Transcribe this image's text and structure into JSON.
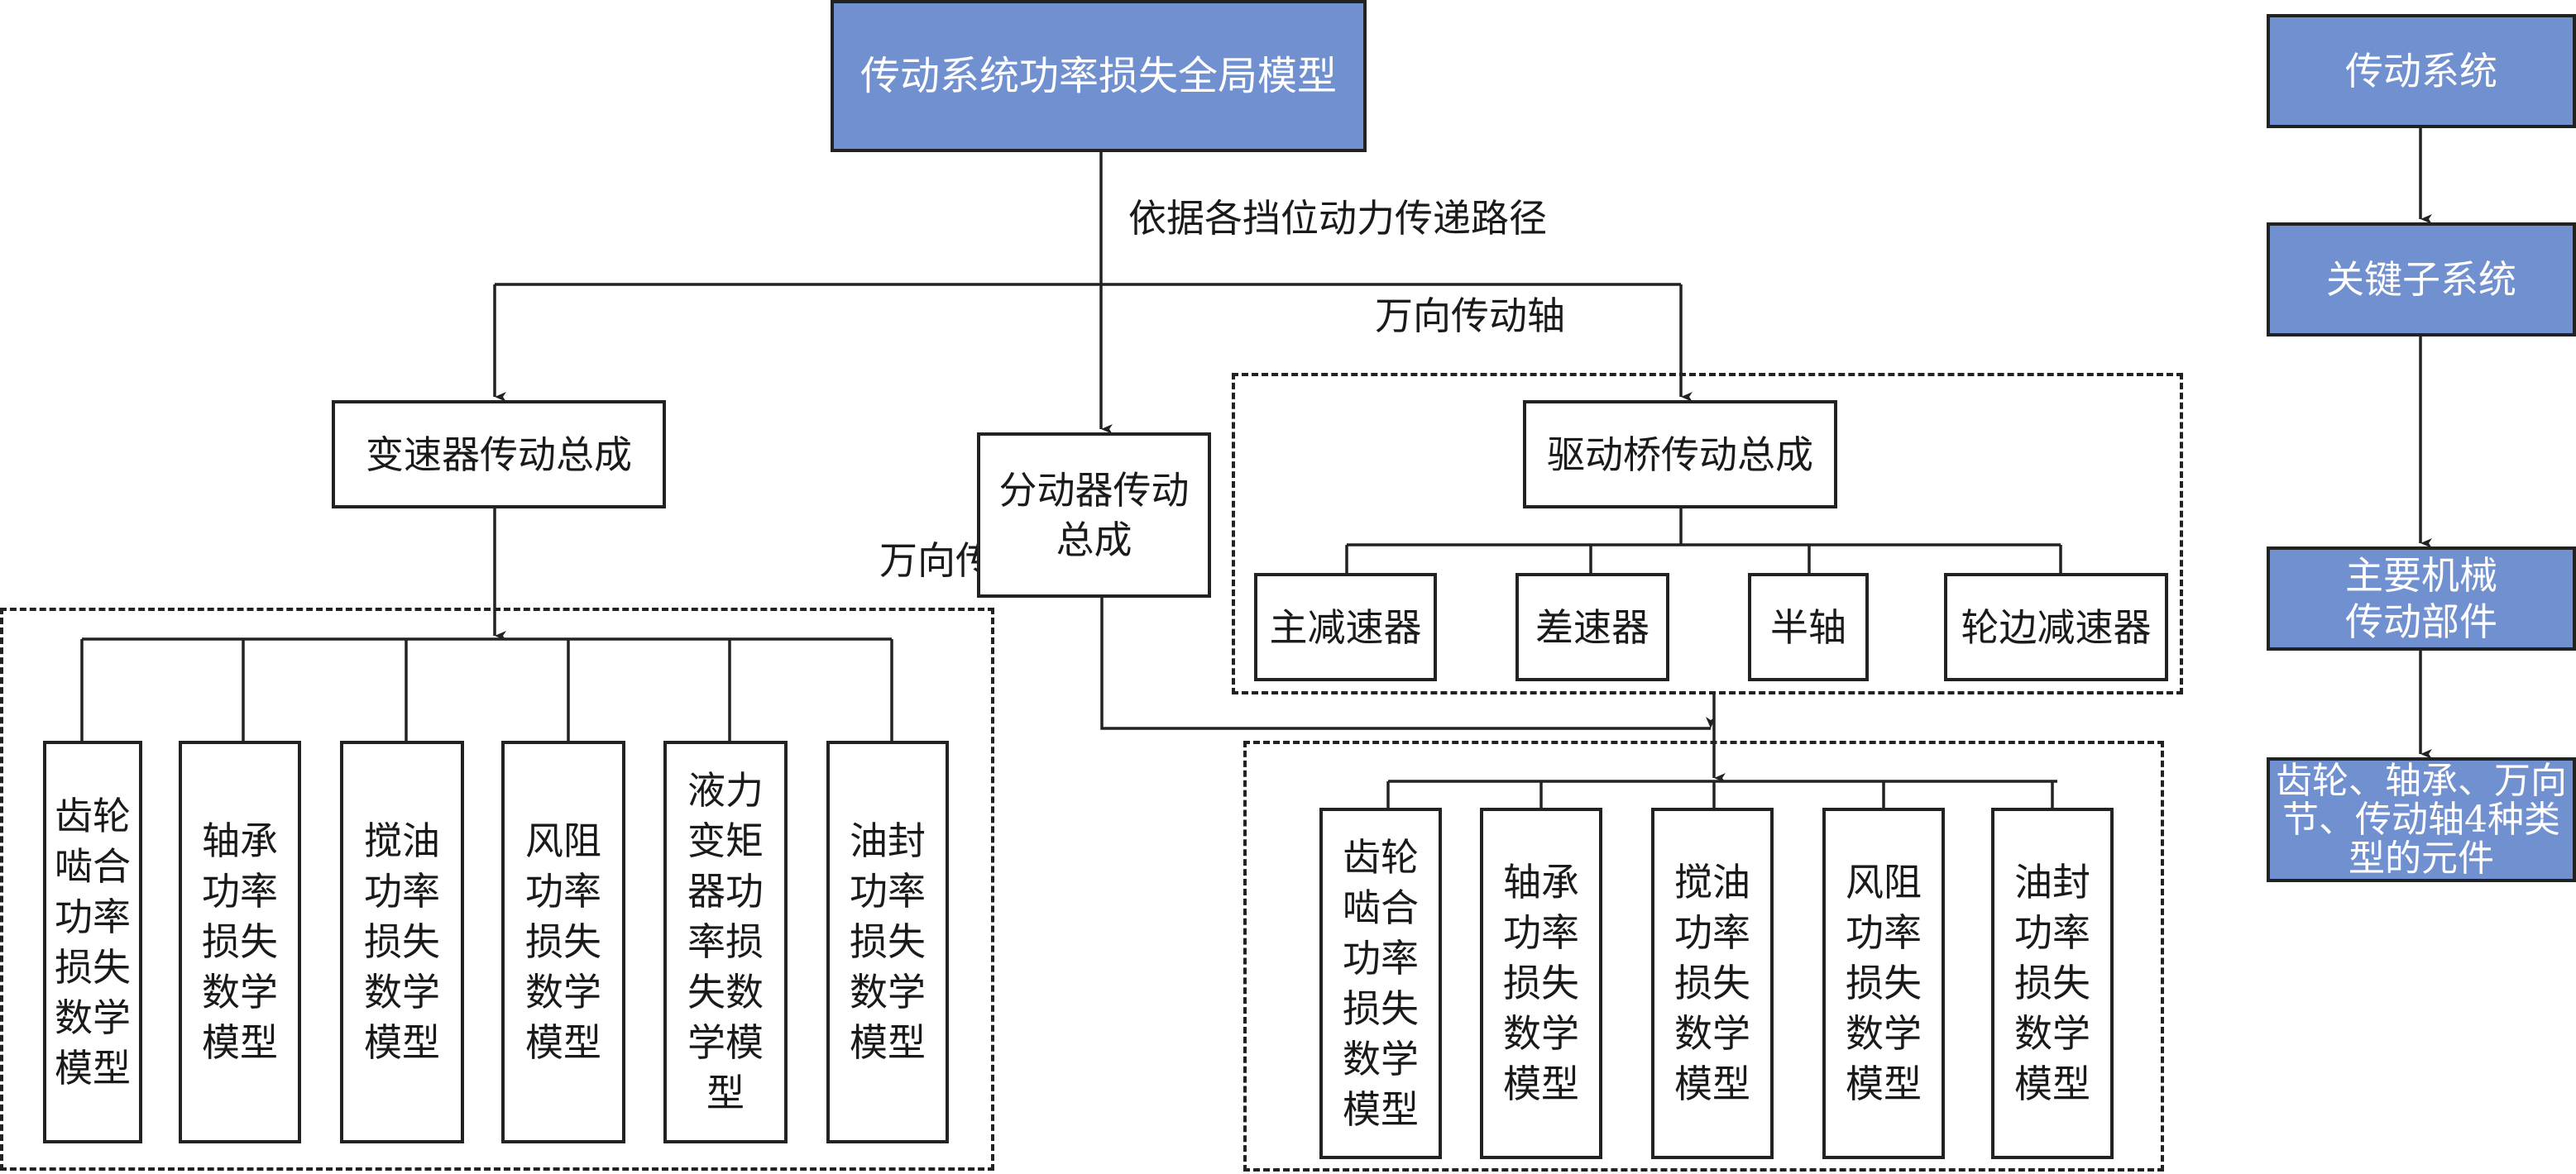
{
  "main": {
    "root": "传动系统功率损失全局模型",
    "root_edge_label": "依据各挡位动力传递路径",
    "assemblies": {
      "transmission": "变速器传动总成",
      "transfer_case": "分动器传动总成",
      "drive_axle": "驱动桥传动总成"
    },
    "edge_labels": {
      "to_drive_axle": "万向传动轴",
      "from_transfer_case": "万向传动轴"
    },
    "drive_axle_parts": [
      "主减速器",
      "差速器",
      "半轴",
      "轮边减速器"
    ],
    "transmission_models": [
      "齿轮啮合功率损失数学模型",
      "轴承功率损失数学模型",
      "搅油功率损失数学模型",
      "风阻功率损失数学模型",
      "液力变矩器功率损失数学模型",
      "油封功率损失数学模型"
    ],
    "axle_models": [
      "齿轮啮合功率损失数学模型",
      "轴承功率损失数学模型",
      "搅油功率损失数学模型",
      "风阻功率损失数学模型",
      "油封功率损失数学模型"
    ]
  },
  "hierarchy": {
    "levels": [
      "传动系统",
      "关键子系统",
      "主要机械传动部件",
      "齿轮、轴承、万向节、传动轴4种类型的元件"
    ]
  },
  "colors": {
    "node_fill": "#7190d0",
    "stroke": "#222222"
  }
}
